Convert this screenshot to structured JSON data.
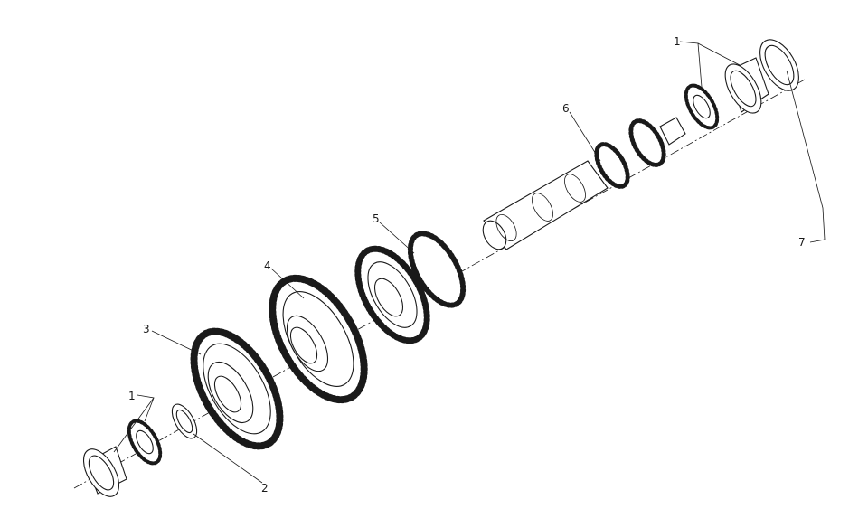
{
  "callouts": [
    {
      "id": "1-top",
      "text": "1"
    },
    {
      "id": "1-bottom",
      "text": "1"
    },
    {
      "id": "2",
      "text": "2"
    },
    {
      "id": "3",
      "text": "3"
    },
    {
      "id": "4",
      "text": "4"
    },
    {
      "id": "5",
      "text": "5"
    },
    {
      "id": "6",
      "text": "6"
    },
    {
      "id": "7",
      "text": "7"
    }
  ]
}
